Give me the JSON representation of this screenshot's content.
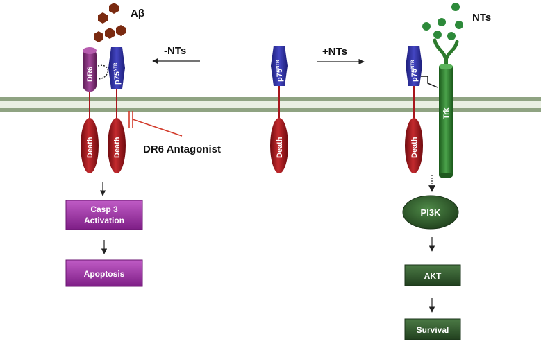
{
  "labels": {
    "abeta": "Aβ",
    "nts": "NTs",
    "minus_nts": "-NTs",
    "plus_nts": "+NTs",
    "dr6": "DR6",
    "p75_base": "p75",
    "p75_sup": "NTR",
    "death": "Death",
    "trk": "Trk",
    "antagonist": "DR6 Antagonist",
    "pi3k": "PI3K",
    "casp3_line1": "Casp 3",
    "casp3_line2": "Activation",
    "apoptosis": "Apoptosis",
    "akt": "AKT",
    "survival": "Survival"
  },
  "colors": {
    "membrane": "#8fa382",
    "death_domain": "#a8161c",
    "p75": "#2e2f9e",
    "dr6": "#7c2a72",
    "trk": "#2d7a2d",
    "ligand_ab": "#7a2a10",
    "ligand_nt": "#2d8a3a",
    "pathway_purple": "#9c2fa3",
    "pathway_green": "#2f5a2a"
  }
}
